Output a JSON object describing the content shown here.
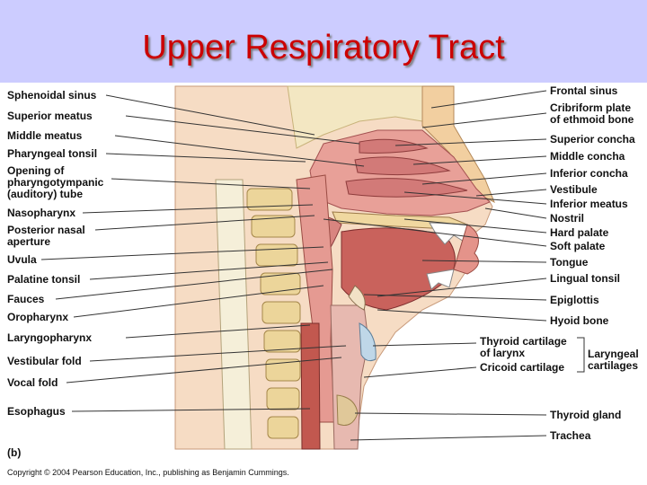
{
  "header": {
    "title": "Upper Respiratory Tract",
    "background": "#ccccff",
    "title_color": "#cc0000"
  },
  "labels": {
    "sphenoidal_sinus": "Sphenoidal sinus",
    "superior_meatus": "Superior meatus",
    "middle_meatus": "Middle meatus",
    "pharyngeal_tonsil": "Pharyngeal tonsil",
    "opening_tube": "Opening of pharyngotympanic (auditory) tube",
    "nasopharynx": "Nasopharynx",
    "posterior_nasal_aperture": "Posterior nasal aperture",
    "uvula": "Uvula",
    "palatine_tonsil": "Palatine tonsil",
    "fauces": "Fauces",
    "oropharynx": "Oropharynx",
    "laryngopharynx": "Laryngopharynx",
    "vestibular_fold": "Vestibular fold",
    "vocal_fold": "Vocal fold",
    "esophagus": "Esophagus",
    "frontal_sinus": "Frontal sinus",
    "cribriform_plate": "Cribriform plate of ethmoid bone",
    "superior_concha": "Superior concha",
    "middle_concha": "Middle concha",
    "inferior_concha": "Inferior concha",
    "vestibule": "Vestibule",
    "inferior_meatus": "Inferior meatus",
    "nostril": "Nostril",
    "hard_palate": "Hard palate",
    "soft_palate": "Soft palate",
    "tongue": "Tongue",
    "lingual_tonsil": "Lingual tonsil",
    "epiglottis": "Epiglottis",
    "hyoid_bone": "Hyoid bone",
    "thyroid_cartilage": "Thyroid cartilage of larynx",
    "cricoid_cartilage": "Cricoid cartilage",
    "laryngeal_cartilages": "Laryngeal cartilages",
    "thyroid_gland": "Thyroid gland",
    "trachea": "Trachea"
  },
  "panel_label": "(b)",
  "copyright": "Copyright © 2004 Pearson Education, Inc., publishing as Benjamin Cummings."
}
